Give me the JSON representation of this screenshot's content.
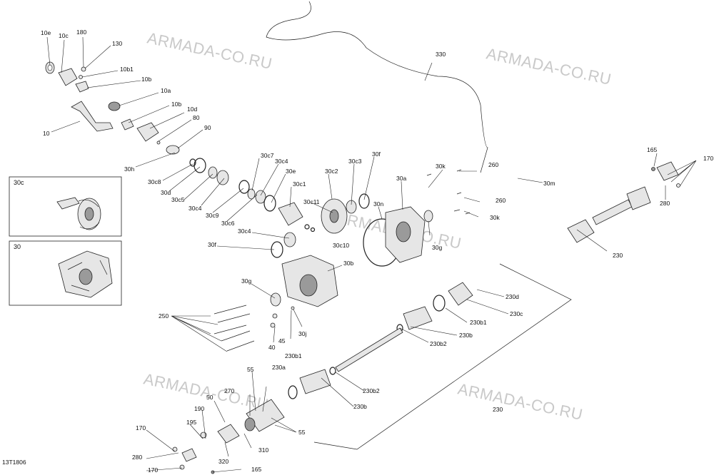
{
  "diagram_id": "13T1806",
  "watermark": "ARMADA-CO.RU",
  "insets": [
    "30c",
    "30"
  ],
  "labels": {
    "l10e": "10e",
    "l10c": "10c",
    "l180": "180",
    "l130": "130",
    "l10b1": "10b1",
    "l10b": "10b",
    "l10a": "10a",
    "l10b_2": "10b",
    "l10d": "10d",
    "l80": "80",
    "l90": "90",
    "l10": "10",
    "l30h": "30h",
    "l30c8": "30c8",
    "l30d": "30d",
    "l30c5": "30c5",
    "l30c4": "30c4",
    "l30c9": "30c9",
    "l30c6": "30c6",
    "l30c7": "30c7",
    "l30c4b": "30c4",
    "l30e": "30e",
    "l30c1": "30c1",
    "l30c2": "30c2",
    "l30c3": "30c3",
    "l30f": "30f",
    "l30c11": "30c11",
    "l30n": "30n",
    "l30a": "30a",
    "l30k": "30k",
    "l30c10": "30c10",
    "l30g": "30g",
    "l30c4c": "30c4",
    "l30f_b": "30f",
    "l30b": "30b",
    "l30g_b": "30g",
    "l260": "260",
    "l260b": "260",
    "l30k_b": "30k",
    "l330": "330",
    "l30m": "30m",
    "l165": "165",
    "l170": "170",
    "l280": "280",
    "l230": "230",
    "l250": "250",
    "l40": "40",
    "l45": "45",
    "l30j": "30j",
    "l230d": "230d",
    "l230c": "230c",
    "l230b1": "230b1",
    "l230b": "230b",
    "l230b2": "230b2",
    "l230b1b": "230b1",
    "l230a": "230a",
    "l55": "55",
    "l230b2b": "230b2",
    "l230bb": "230b",
    "l270": "270",
    "l50": "50",
    "l190": "190",
    "l195": "195",
    "l55b": "55",
    "l310": "310",
    "l170b": "170",
    "l280b": "280",
    "l320": "320",
    "l170c": "170",
    "l165b": "165",
    "l230c2": "230",
    "l13t": "13T1806"
  }
}
